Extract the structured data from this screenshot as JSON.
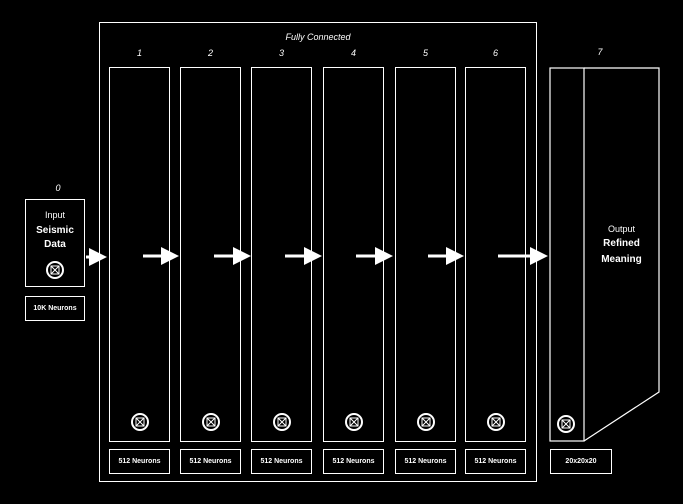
{
  "diagram": {
    "group_title": "Fully Connected",
    "input": {
      "index": "0",
      "caption": "Input",
      "name_line1": "Seismic",
      "name_line2": "Data",
      "neurons": "10K Neurons"
    },
    "hidden_layers": [
      {
        "index": "1",
        "neurons": "512 Neurons"
      },
      {
        "index": "2",
        "neurons": "512 Neurons"
      },
      {
        "index": "3",
        "neurons": "512 Neurons"
      },
      {
        "index": "4",
        "neurons": "512 Neurons"
      },
      {
        "index": "5",
        "neurons": "512 Neurons"
      },
      {
        "index": "6",
        "neurons": "512 Neurons"
      }
    ],
    "output": {
      "index": "7",
      "caption": "Output",
      "name_line1": "Refined",
      "name_line2": "Meaning",
      "neurons": "20x20x20"
    }
  }
}
